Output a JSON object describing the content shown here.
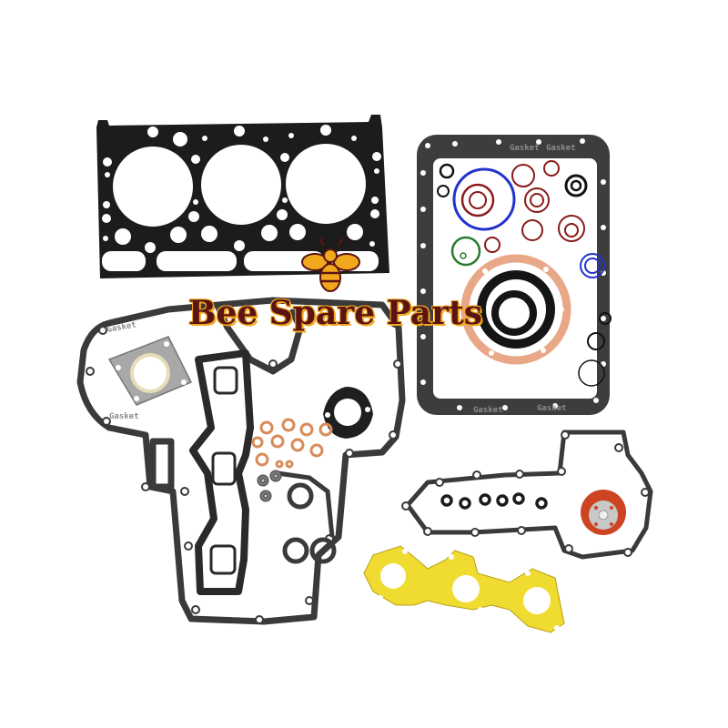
{
  "image": {
    "subject": "Engine overhaul gasket kit (3-cylinder)",
    "background_color": "#ffffff",
    "watermark": {
      "text": "Bee Spare Parts",
      "icon": "bee-icon",
      "text_color": "#5a1414",
      "outline_color": "#f2a81d"
    },
    "gasket_imprint_text": "Gasket",
    "components": [
      {
        "name": "cylinder-head-gasket",
        "color": "#1a1a1a",
        "bores": 3
      },
      {
        "name": "transmission-cover-gasket",
        "color": "#3a3a3a"
      },
      {
        "name": "o-ring-set",
        "colors": [
          "#2233cc",
          "#8b1a1a",
          "#2a7a2a",
          "#111111"
        ]
      },
      {
        "name": "copper-seal-ring",
        "color": "#e8a888"
      },
      {
        "name": "oil-seals",
        "color": "#151515"
      },
      {
        "name": "timing-cover-gasket",
        "color": "#3a3a3a"
      },
      {
        "name": "exhaust-flange-gasket",
        "color": "#9a9a9a"
      },
      {
        "name": "intake-manifold-gasket",
        "color": "#2a2a2a"
      },
      {
        "name": "copper-washers",
        "color": "#d98b5a"
      },
      {
        "name": "water-pump-gasket",
        "color": "#3a3a3a"
      },
      {
        "name": "water-pump-seal",
        "color": "#cc4422"
      },
      {
        "name": "exhaust-manifold-gasket",
        "color": "#f0dc30"
      }
    ]
  }
}
